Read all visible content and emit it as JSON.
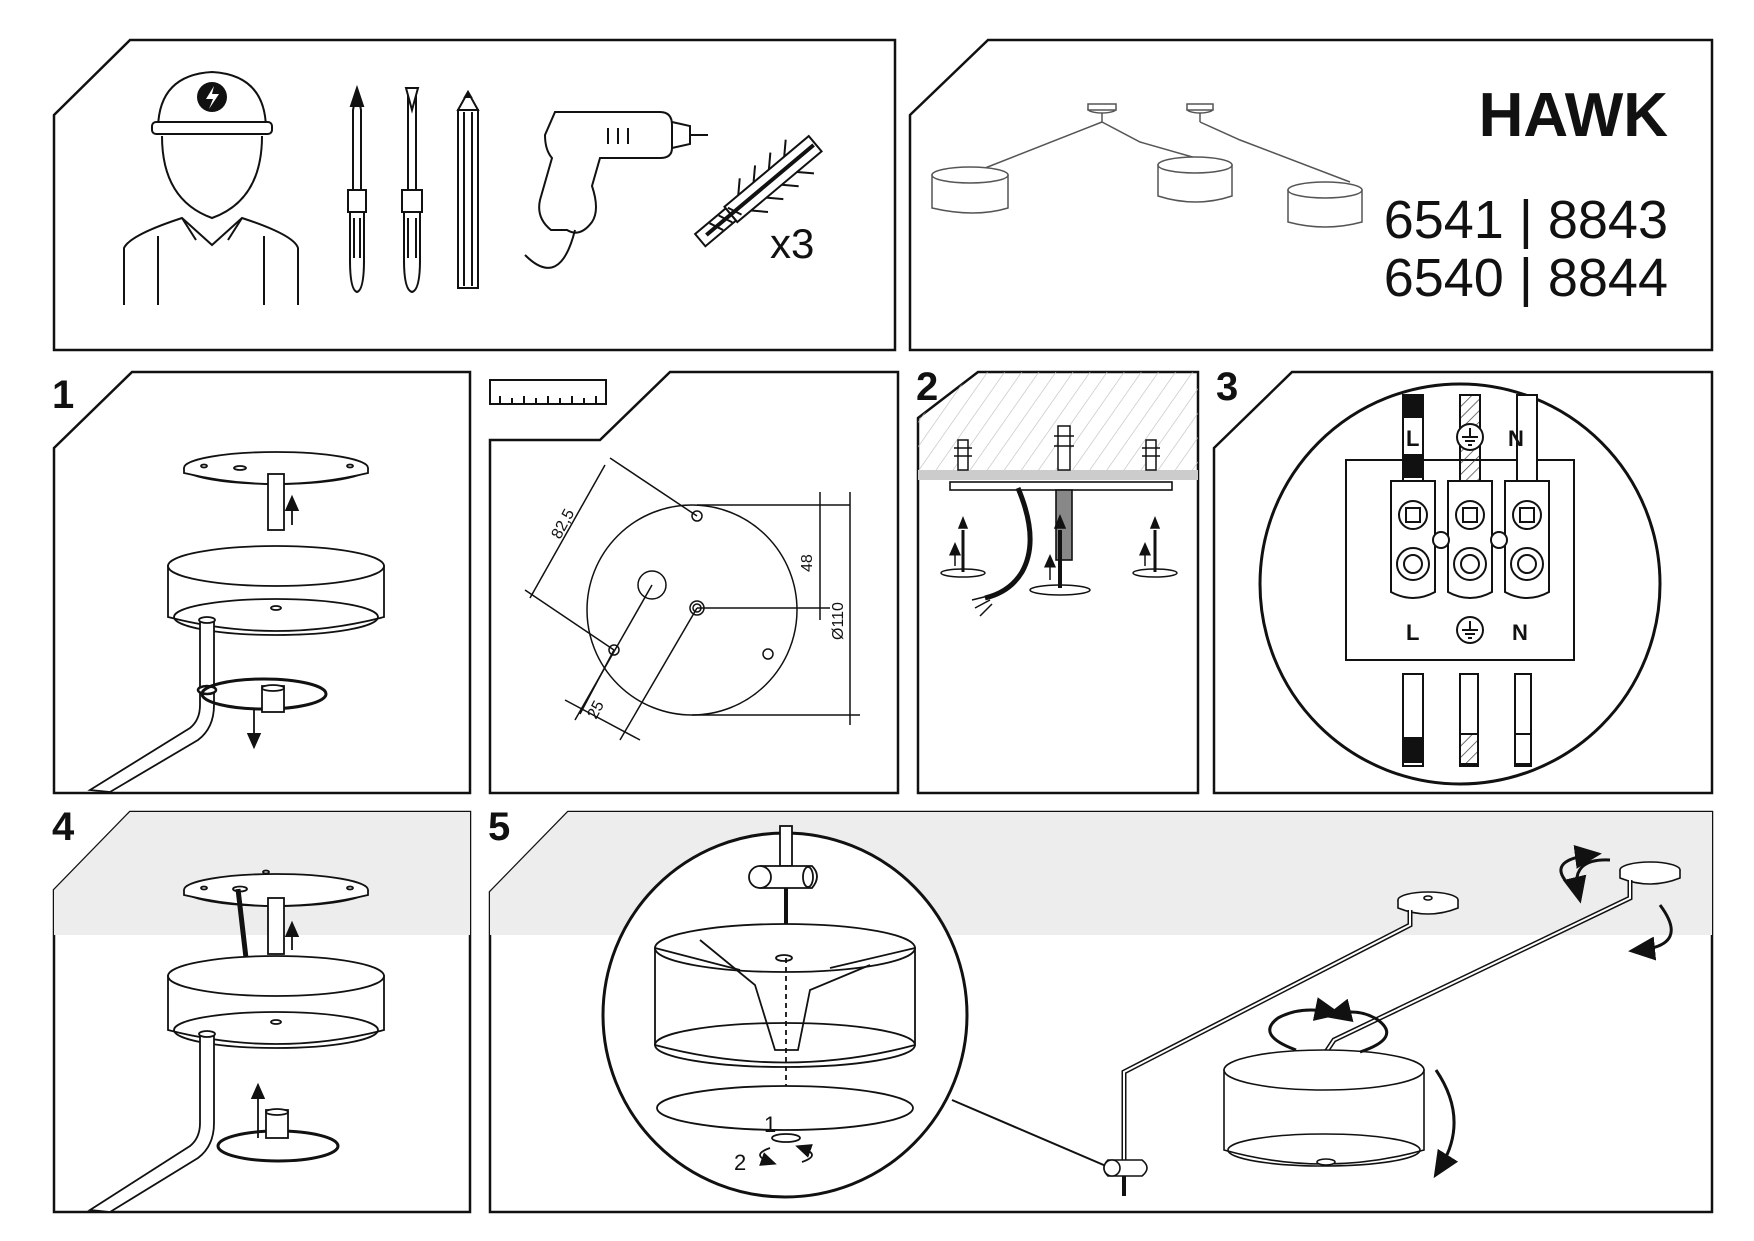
{
  "product": {
    "name": "HAWK",
    "models_line1": "6541 | 8843",
    "models_line2": "6540 | 8844"
  },
  "tools": {
    "dowel_quantity": "x3"
  },
  "steps": {
    "s1": "1",
    "s2": "2",
    "s3": "3",
    "s4": "4",
    "s5": "5"
  },
  "dimensions": {
    "d1": "82,5",
    "d2": "48",
    "d3": "Ø110",
    "d4": "25"
  },
  "wiring": {
    "live_top": "L",
    "neutral_top": "N",
    "live_bottom": "L",
    "neutral_bottom": "N"
  },
  "step5_detail": {
    "order1": "1",
    "order2": "2"
  }
}
